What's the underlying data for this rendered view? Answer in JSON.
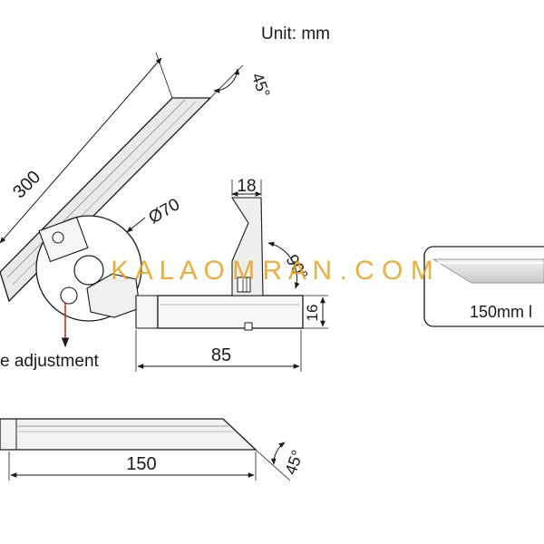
{
  "header": {
    "unit_label": "Unit: mm"
  },
  "dimensions": {
    "blade_length": "300",
    "angle_top": "45°",
    "angle_bottom": "45°",
    "angle_right": "90°",
    "disc_diameter": "Ø70",
    "stock_tip": "18",
    "stock_height": "16",
    "stock_length": "85",
    "base_length": "150"
  },
  "callouts": {
    "adjustment": "e adjustment"
  },
  "inset": {
    "caption": "150mm l"
  },
  "watermark": {
    "text": "K A L A O M R A N . C O M"
  },
  "colors": {
    "line": "#1a1a1a",
    "steel": "#d9d9d9",
    "callout": "#cc1f1f",
    "watermark": "#e8a21c"
  }
}
